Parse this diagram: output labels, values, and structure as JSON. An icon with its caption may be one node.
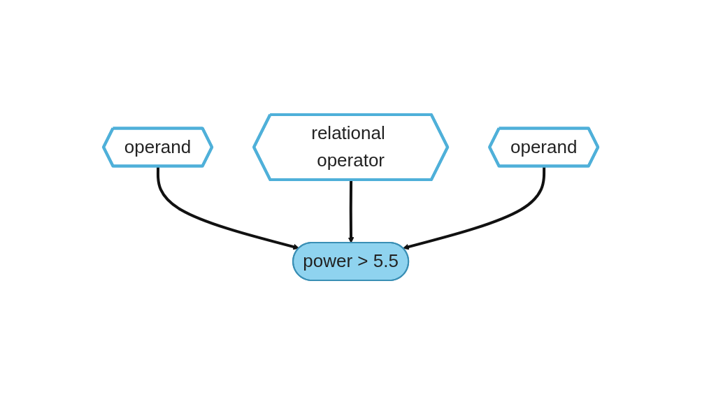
{
  "diagram": {
    "nodes": [
      {
        "text": [
          "operand"
        ]
      },
      {
        "text": [
          "relational operator"
        ]
      },
      {
        "text": [
          "operand"
        ]
      },
      {
        "text": [
          "power > 5.5"
        ]
      }
    ],
    "edges": [
      {
        "from": 0,
        "to": 3,
        "arrow": "to"
      },
      {
        "from": 1,
        "to": 3,
        "arrow": "to"
      },
      {
        "from": 2,
        "to": 3,
        "arrow": "to"
      }
    ]
  }
}
